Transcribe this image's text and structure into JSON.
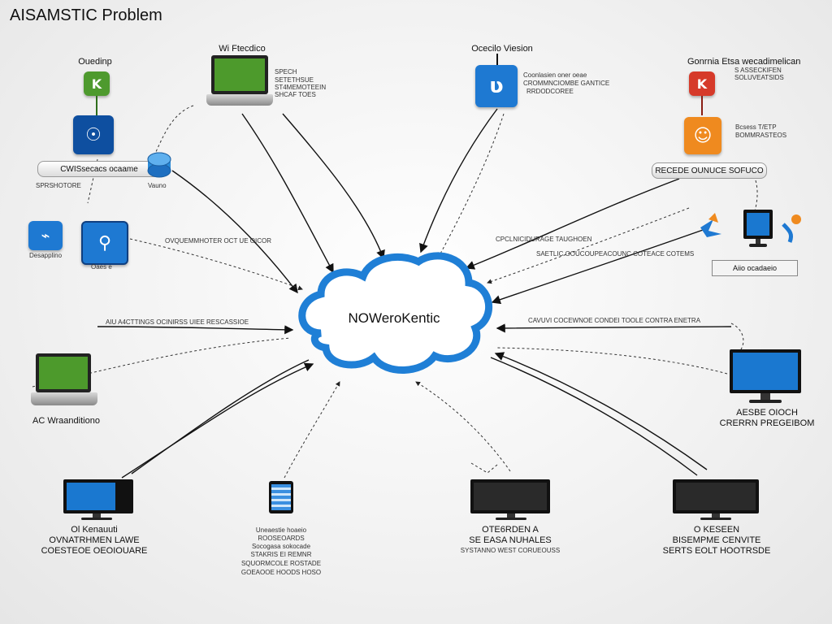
{
  "title": "AISAMSTIC Problem",
  "cloud_label": "NOWeroKentic",
  "nodes": {
    "top_left_app": {
      "label": "Ouedinp",
      "caption": "SPRSHOTORE",
      "bar": "CWISsecacs ocaame",
      "icon_text": "Vauno"
    },
    "left_apps": {
      "caption_a": "Desapplino",
      "caption_b": "Oaes e"
    },
    "top_laptop": {
      "label": "Wi Ftecdico",
      "desc_1": "SPECH",
      "desc_2": "SETETHSUE",
      "desc_3": "ST4MEMOTEEIN",
      "desc_4": "SHCAF TOES"
    },
    "top_app": {
      "label": "Ocecilo Viesion",
      "desc_1": "Coonlasien oner oeae",
      "desc_2": "CROMMNCIOMBE GANTICE",
      "desc_3": "RRDODCOREE"
    },
    "top_right_app": {
      "label": "Gonrnia Etsa wecadimelican",
      "desc_1": "S ASSECKIFEN",
      "desc_2": "SOLUVEATSIDS",
      "desc_3": "Bcsess T/ETP",
      "desc_4": "BOMMRASTEOS",
      "bar": "RECEDE OUNUCE SOFUCO"
    },
    "right_monitor_small": {
      "box": "Aiio ocadaeio"
    },
    "left_laptop": {
      "label": "AC Wraanditiono"
    },
    "right_monitor": {
      "label_1": "AESBE OIOCH",
      "label_2": "CRERRN PREGEIBOM"
    },
    "bottom_1": {
      "label_1": "Ol Kenauuti",
      "label_2": "OVNATRHMEN LAWE",
      "label_3": "COESTEOE OEOIOUARE"
    },
    "bottom_2": {
      "label_1": "Uneaestie hoaeio",
      "label_2": "ROOSEOARDS",
      "label_3": "Socogasa sokocade",
      "label_4": "STAKRIS EI REMNR",
      "label_5": "SQUORMCOLE ROSTADE",
      "label_6": "GOEAOOE HOODS HOSO"
    },
    "bottom_3": {
      "label_1": "OTE6RDEN A",
      "label_2": "SE EASA NUHALES",
      "label_3": "SYSTANNO WEST CORUEOUSS"
    },
    "bottom_4": {
      "label_1": "O KESEEN",
      "label_2": "BISEMPME CENVITE",
      "label_3": "SERTS EOLT HOOTRSDE"
    }
  },
  "edge_labels": {
    "left_upper": "OVQUEMMHOTER OCT UE OICOR",
    "left_mid": "AIU A4CTTINGS OCINIRSS UIEE RESCASSIOE",
    "right_upper_1": "CPCLNICIDURAGE TAUGHOEN",
    "right_upper_2": "SAETLIC OOUCOUPEACOUNC COTEACE COTEMS",
    "right_mid": "CAVUVI COCEWNOE CONDEI TOOLE CONTRA ENETRA"
  },
  "colors": {
    "cloud_fill": "#ffffff",
    "cloud_stroke": "#1f7fd6",
    "app_blue": "#1e79d2",
    "app_green": "#4e9a2e",
    "app_red": "#d63a2a",
    "app_orange": "#ef8a1f",
    "screen_blue": "#1a78d0",
    "screen_green": "#4d9a2c"
  },
  "icons": [
    "kotlin-green-icon",
    "app-blue-icon",
    "app-dark-blue-icon",
    "app-red-icon",
    "app-orange-icon",
    "database-icon",
    "bird-icon",
    "dot-orange-icon"
  ]
}
